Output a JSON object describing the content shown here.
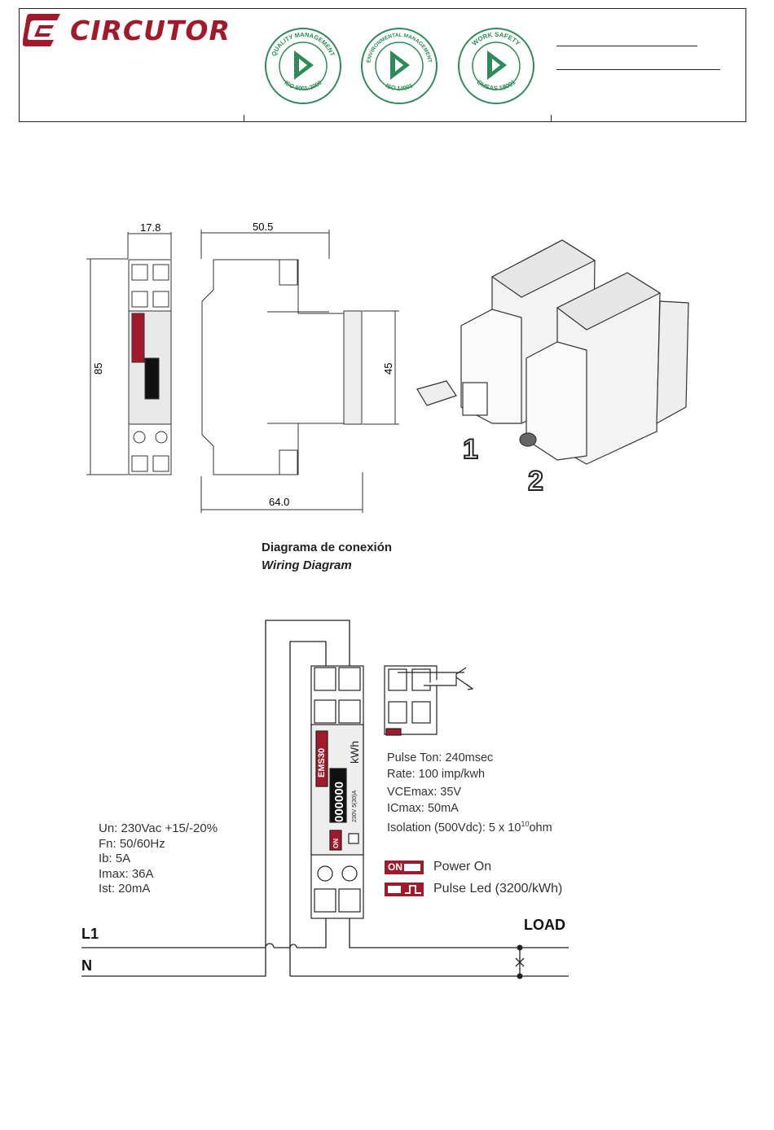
{
  "header": {
    "brand": "CIRCUTOR",
    "seals": [
      {
        "icon": "quality-management-seal-icon",
        "top_text": "QUALITY MANAGEMENT",
        "bottom_text": "ISO 9001:2000"
      },
      {
        "icon": "environmental-management-seal-icon",
        "top_text": "ENVIRONMENTAL MANAGEMENT",
        "bottom_text": "ISO 14001"
      },
      {
        "icon": "work-safety-seal-icon",
        "top_text": "WORK SAFETY",
        "bottom_text": "OHSAS 18001"
      }
    ]
  },
  "dimensions": {
    "front_width": "17.8",
    "side_depth": "50.5",
    "height": "85",
    "inner_height": "45",
    "overall_depth": "64.0"
  },
  "meter": {
    "model": "EMS30",
    "unit": "kWh",
    "display": "000000",
    "rating": "230V 5(30)A",
    "on_label": "ON"
  },
  "install_steps": [
    "1",
    "2"
  ],
  "wiring": {
    "title": "Diagrama de conexión",
    "subtitle": "Wiring Diagram",
    "line_label": "L1",
    "neutral_label": "N",
    "load_label": "LOAD",
    "specs": [
      "Un: 230Vac +15/-20%",
      "Fn:  50/60Hz",
      "Ib: 5A",
      "Imax: 36A",
      "Ist: 20mA"
    ],
    "pulse_specs": [
      "Pulse Ton: 240msec",
      "Rate: 100 imp/kwh",
      "VCEmax: 35V",
      "ICmax: 50mA",
      "Isolation (500Vdc): 5 x 10",
      "10",
      "ohm"
    ],
    "legend": [
      {
        "icon": "power-on-led-icon",
        "badge": "ON",
        "label": "Power On"
      },
      {
        "icon": "pulse-led-icon",
        "badge": "",
        "label": "Pulse Led (3200/kWh)"
      }
    ]
  },
  "colors": {
    "brand": "#a3192c",
    "seal": "#2e8b57",
    "line": "#222222"
  }
}
